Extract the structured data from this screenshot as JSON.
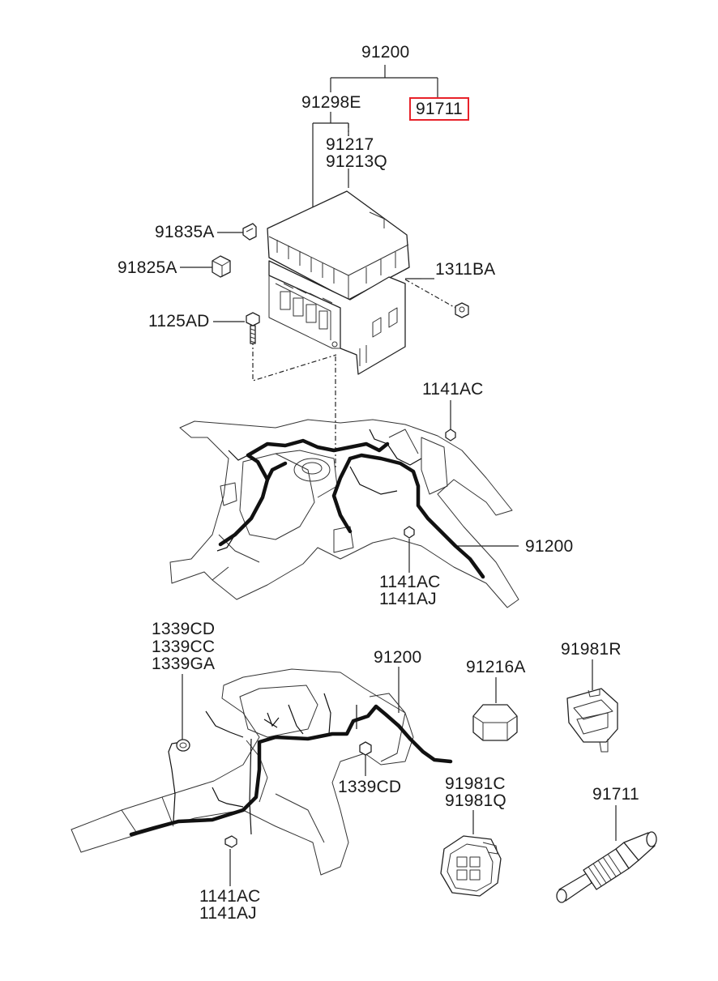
{
  "labels": {
    "top_assembly": "91200",
    "fuse_box": "91298E",
    "highlighted": "91711",
    "upper_cover_a": "91217",
    "upper_cover_b": "91213Q",
    "fuse_a": "91835A",
    "relay": "91825A",
    "nut_right": "1311BA",
    "bolt_left": "1125AD",
    "clip_upper": "1141AC",
    "harness_mid": "91200",
    "clip_mid_a": "1141AC",
    "clip_mid_b": "1141AJ",
    "grommet_a": "1339CD",
    "grommet_b": "1339CC",
    "grommet_c": "1339GA",
    "harness_low": "91200",
    "connector_cap": "91216A",
    "holder": "91981R",
    "nut_low": "1339CD",
    "connector_a": "91981C",
    "connector_b": "91981Q",
    "sensor": "91711",
    "clip_low_a": "1141AC",
    "clip_low_b": "1141AJ"
  },
  "colors": {
    "highlight_box": "#e8222a",
    "line": "#222222",
    "background": "#ffffff"
  }
}
